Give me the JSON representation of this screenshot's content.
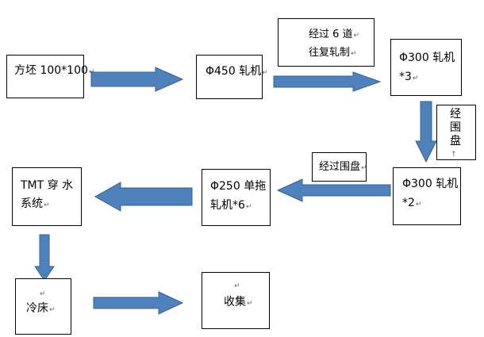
{
  "colors": {
    "arrow_fill": "#4f81bd",
    "arrow_stroke": "#3a6190",
    "box_border": "#000000"
  },
  "return_mark": "↵",
  "nodes": {
    "billet": {
      "text": "方坯 100*100"
    },
    "mill_450": {
      "text": "Φ450 轧机"
    },
    "mill_300_3": {
      "line1": "Φ300 轧机",
      "line2": "*3"
    },
    "mill_300_2": {
      "line1": "Φ300 轧机",
      "line2": "*2"
    },
    "mill_250": {
      "line1": "Φ250 单拖",
      "line2": "轧机*6"
    },
    "tmt": {
      "line1": "TMT 穿 水",
      "line2": "系统"
    },
    "cooling_bed": {
      "text": "冷床"
    },
    "collect": {
      "text": "收集"
    }
  },
  "notes": {
    "reversing": {
      "line1": "经过 6 道",
      "line2": "往复轧制"
    },
    "coil_vertical": {
      "chars": [
        "经",
        "围",
        "盘"
      ]
    },
    "coil_horizontal": {
      "text": "经过围盘"
    }
  }
}
